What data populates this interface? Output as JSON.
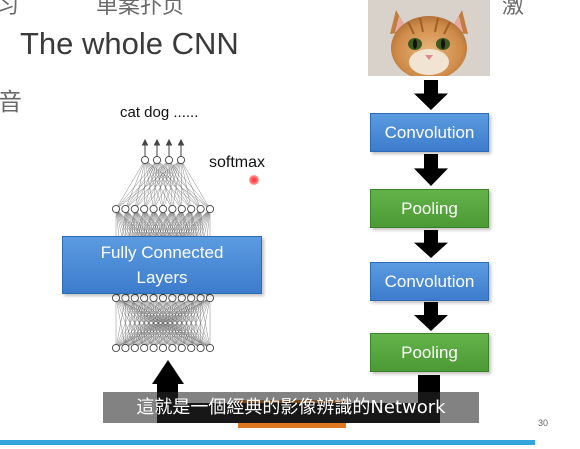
{
  "slide": {
    "title": "The whole CNN",
    "page_number": "30",
    "top_fragments": {
      "left_glyph": "习",
      "top_center": "单案扑页",
      "top_right": "单机更叶寸，激",
      "side_glyph": "音"
    }
  },
  "network_diagram": {
    "output_label": "cat dog ......",
    "softmax_label": "softmax",
    "fully_connected_label_line1": "Fully Connected",
    "fully_connected_label_line2": "Layers"
  },
  "pipeline": {
    "input_image": "cat-photo",
    "steps": [
      {
        "label": "Convolution",
        "kind": "convolution",
        "color": "#4a8ad6"
      },
      {
        "label": "Pooling",
        "kind": "pooling",
        "color": "#57a83f"
      },
      {
        "label": "Convolution",
        "kind": "convolution",
        "color": "#4a8ad6"
      },
      {
        "label": "Pooling",
        "kind": "pooling",
        "color": "#57a83f"
      }
    ]
  },
  "caption": {
    "text": "這就是一個經典的影像辨識的Network"
  },
  "colors": {
    "accent_line": "#35a6dd",
    "flatten_box": "#e0781f",
    "arrow": "#000000"
  }
}
